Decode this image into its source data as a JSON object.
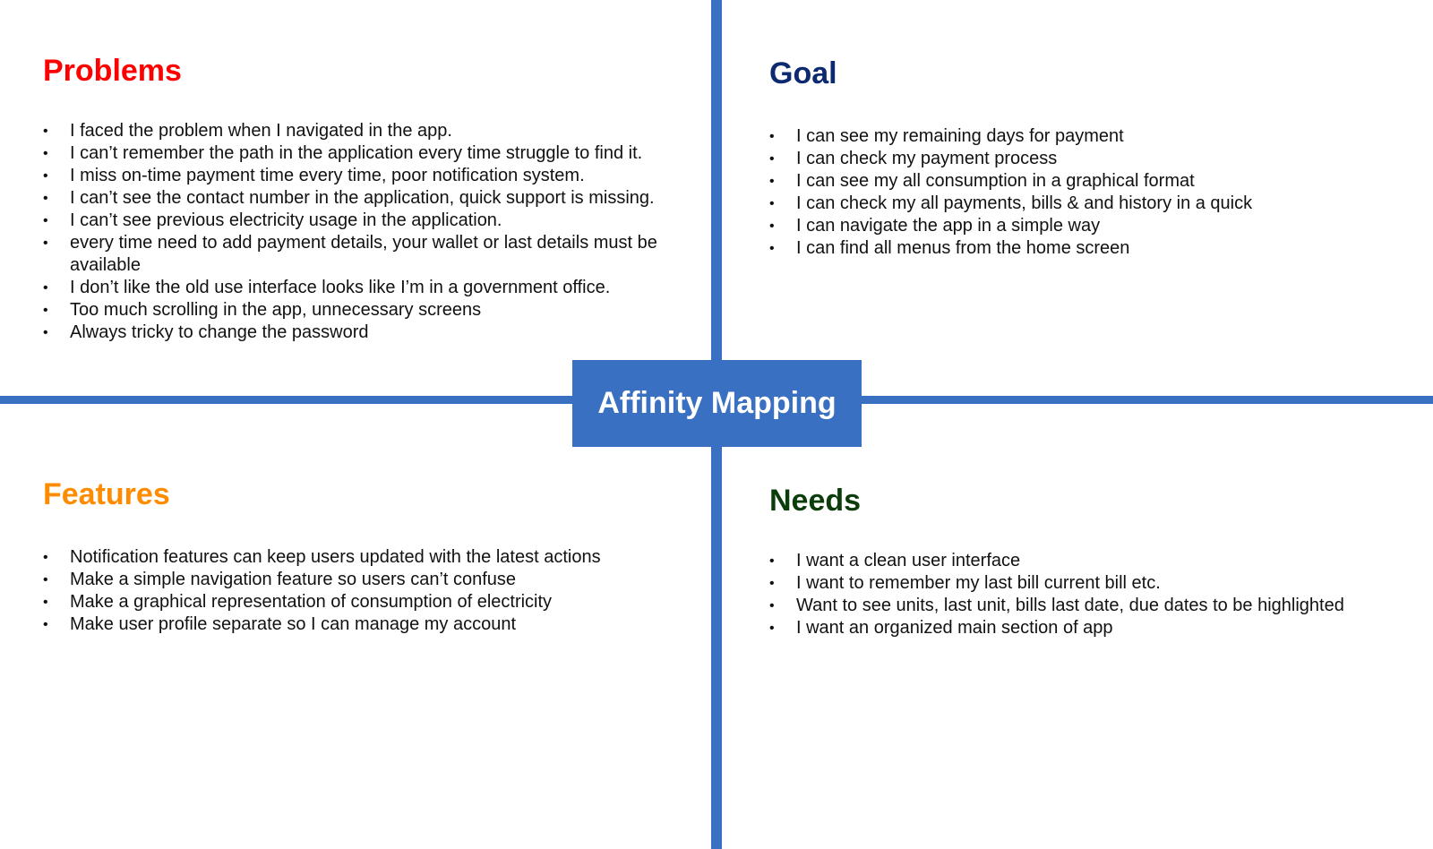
{
  "title": "Affinity Mapping",
  "colors": {
    "accent": "#3a70c2",
    "problems": "#ff0000",
    "goal": "#0b2a6f",
    "features": "#ff8c00",
    "needs": "#0b3d0b"
  },
  "problems": {
    "heading": "Problems",
    "items": [
      "I faced the problem when I navigated in the app.",
      "I can’t remember the path in the application every time struggle to find it.",
      "I miss on-time payment time every time, poor notification system.",
      "I can’t see the contact number in the application, quick support is missing.",
      "I can’t see previous electricity usage in the application.",
      "every time need to add payment details, your wallet or last details must be available",
      "I don’t like the old use interface looks like I’m in a government office.",
      "Too much scrolling in the app, unnecessary screens",
      "Always tricky to change the password"
    ]
  },
  "goal": {
    "heading": "Goal",
    "items": [
      "I can see my remaining days for payment",
      "I can check my payment process",
      "I can see my all consumption in a graphical format",
      "I can check my all payments, bills & and history in a quick",
      "I can navigate the app in a simple way",
      "I can find all menus from the home screen"
    ]
  },
  "features": {
    "heading": "Features",
    "items": [
      "Notification features can keep users updated with the latest actions",
      "Make a simple navigation feature so users can’t confuse",
      "Make a graphical representation of consumption of electricity",
      "Make user profile separate so I can manage my account"
    ]
  },
  "needs": {
    "heading": "Needs",
    "items": [
      "I want a clean user interface",
      "I want to remember my last bill current bill etc.",
      "Want to see units, last unit, bills last date, due dates to be highlighted",
      "I want an organized main section of app"
    ]
  }
}
